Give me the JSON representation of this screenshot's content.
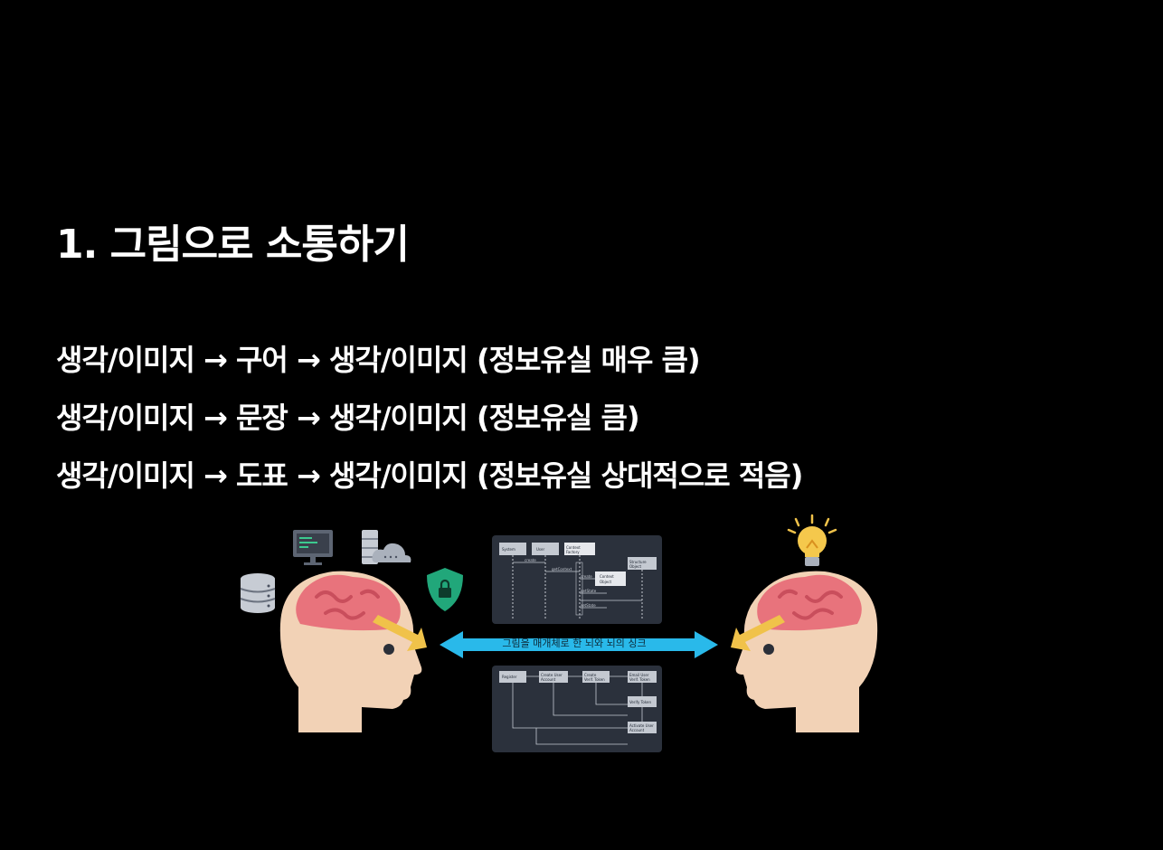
{
  "slide": {
    "title": "1. 그림으로 소통하기",
    "lines": [
      "생각/이미지 → 구어 → 생각/이미지 (정보유실 매우 큼)",
      "생각/이미지 → 문장 → 생각/이미지 (정보유실 큼)",
      "생각/이미지 → 도표 → 생각/이미지 (정보유실 상대적으로 적음)"
    ]
  },
  "illustration": {
    "arrow_label": "그림을 매개체로 한 뇌와 뇌의 싱크",
    "sequence_diagram": {
      "participants": [
        "System",
        "User",
        "Context Factory",
        "Structure Object"
      ],
      "messages": [
        "create",
        "getContext",
        "create",
        "getState",
        "setState"
      ],
      "boxes": [
        "Context Object"
      ]
    },
    "flow_diagram": {
      "nodes": [
        "Register",
        "Create User Account",
        "Create Verification Token",
        "Email User Verification Token",
        "Verify Token",
        "Activate User Account"
      ]
    },
    "colors": {
      "background": "#000000",
      "arrow": "#29b9ea",
      "skin": "#f2d2b6",
      "brain": "#e8737c",
      "beam": "#f0c24a",
      "shield": "#21a77a",
      "diagram_panel": "#2b313c"
    },
    "icons": [
      "database-icon",
      "monitor-icon",
      "server-cloud-icon",
      "shield-lock-icon",
      "lightbulb-icon"
    ]
  }
}
